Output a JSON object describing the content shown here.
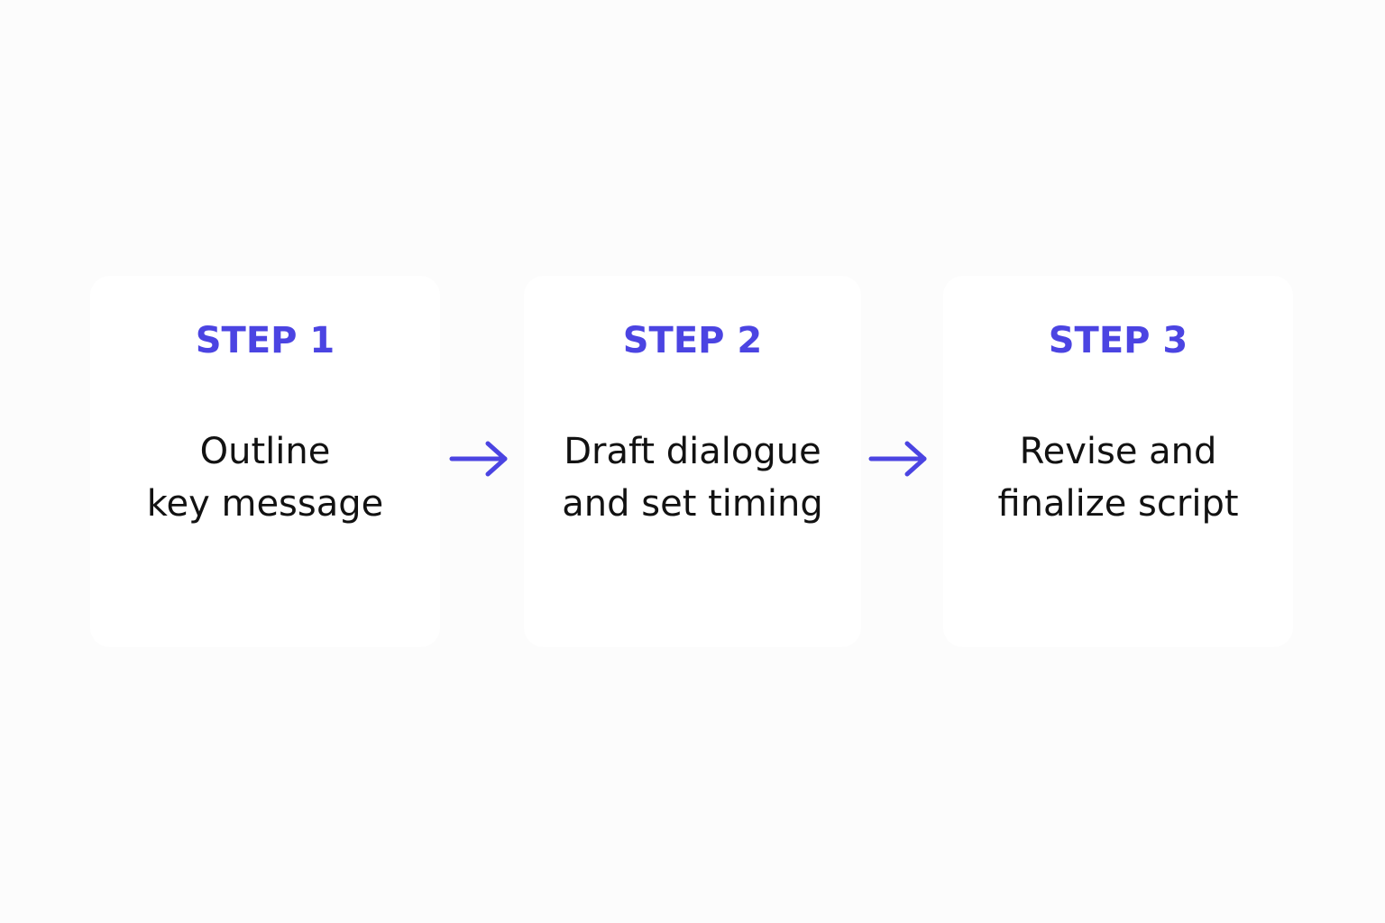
{
  "colors": {
    "background": "#fcfcfc",
    "card": "#ffffff",
    "accent": "#4b44e2",
    "text": "#121212"
  },
  "steps": [
    {
      "label": "STEP 1",
      "text_line_1": "Outline",
      "text_line_2": "key message"
    },
    {
      "label": "STEP 2",
      "text_line_1": "Draft dialogue",
      "text_line_2": "and set timing"
    },
    {
      "label": "STEP 3",
      "text_line_1": "Revise and",
      "text_line_2": "finalize script"
    }
  ],
  "arrows": [
    {
      "icon": "arrow-right-icon"
    },
    {
      "icon": "arrow-right-icon"
    }
  ]
}
